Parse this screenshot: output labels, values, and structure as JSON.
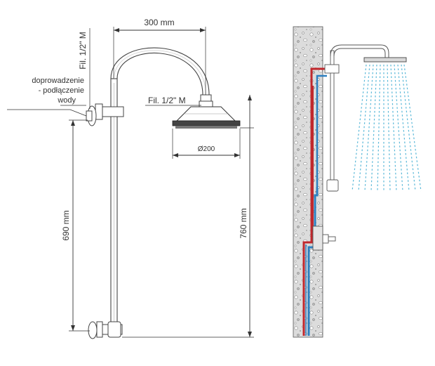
{
  "diagram": {
    "dimensions": {
      "arm_width": "300 mm",
      "inlet_height": "690 mm",
      "head_height": "760 mm",
      "head_diameter": "Ø200"
    },
    "labels": {
      "thread_inlet": "Fil. 1/2\" M",
      "thread_head": "Fil. 1/2\" M",
      "inlet_note_line1": "doprowadzenie",
      "inlet_note_line2": "- podłączenie",
      "inlet_note_line3": "wody"
    },
    "colors": {
      "hot_pipe": "#c0282d",
      "cold_pipe": "#2c7fc0",
      "water_spray": "#5ab8d8",
      "wall_fill": "#d6d6d6",
      "line": "#333333"
    }
  }
}
